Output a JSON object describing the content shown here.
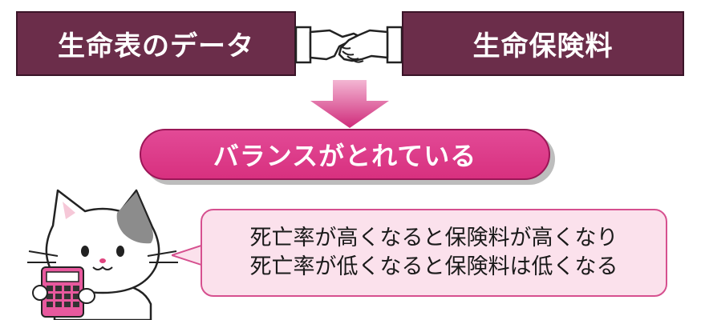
{
  "diagram": {
    "left_box_label": "生命表のデータ",
    "right_box_label": "生命保険料",
    "balance_label": "バランスがとれている",
    "bubble_lines": [
      "死亡率が高くなると保険料が高くなり",
      "死亡率が低くなると保険料は低くなる"
    ]
  },
  "colors": {
    "box_fill": "#6b2d4a",
    "pill_fill": "#d8307f",
    "bubble_fill": "#fbe1ec",
    "bubble_border": "#d6508f",
    "calculator": "#e8599e"
  }
}
